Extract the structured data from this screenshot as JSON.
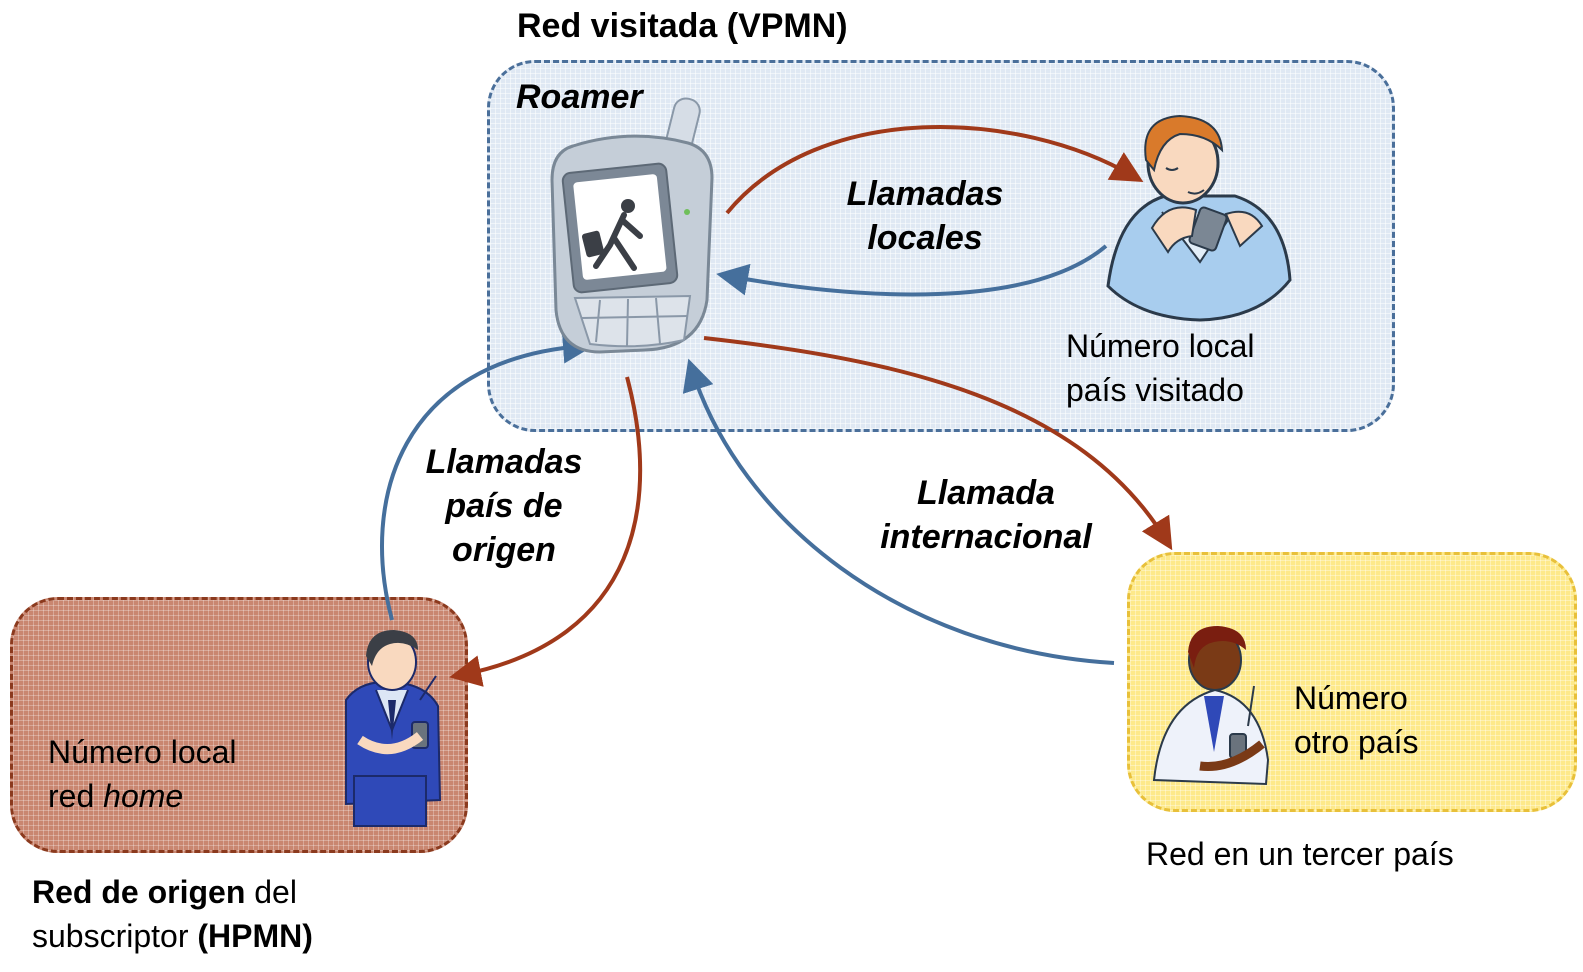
{
  "vpmn": {
    "title": "Red visitada (VPMN)",
    "roamer_label": "Roamer",
    "local_calls_line1": "Llamadas",
    "local_calls_line2": "locales",
    "local_number_line1": "Número local",
    "local_number_line2": "país visitado"
  },
  "home": {
    "calls_line1": "Llamadas",
    "calls_line2": "país de",
    "calls_line3": "origen",
    "number_line1": "Número local",
    "number_line2_prefix": "red ",
    "number_line2_italic": "home",
    "caption_bold1": "Red de origen",
    "caption_rest1": " del",
    "caption_prefix2": "subscriptor ",
    "caption_bold2": "(HPMN)"
  },
  "international": {
    "label_line1": "Llamada",
    "label_line2": "internacional"
  },
  "third_country": {
    "number_line1": "Número",
    "number_line2": "otro país",
    "caption": "Red en un tercer país"
  },
  "colors": {
    "outgoing_arrow": "#a0391a",
    "incoming_arrow": "#456f9c"
  },
  "icons": [
    "mobile-phone-icon",
    "traveler-icon",
    "person-on-phone-icon",
    "person-with-radio-icon"
  ]
}
